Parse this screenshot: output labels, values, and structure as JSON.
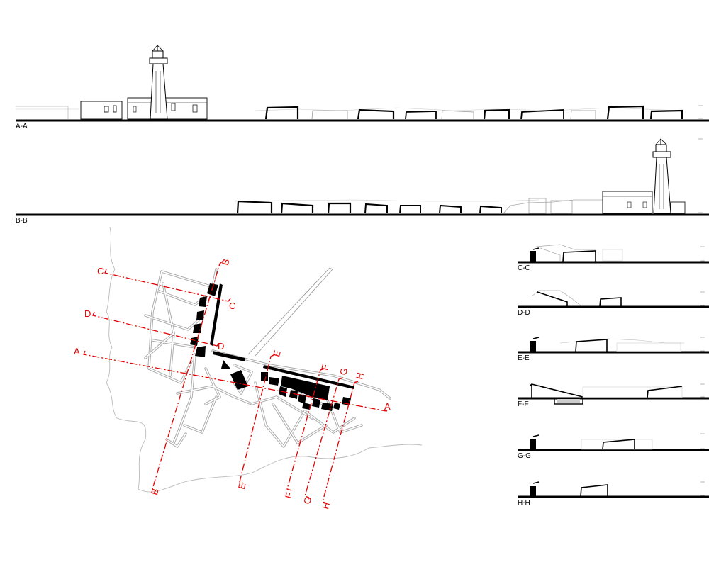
{
  "sections": {
    "aa": {
      "label": "A-A"
    },
    "bb": {
      "label": "B-B"
    },
    "cc": {
      "label": "C-C"
    },
    "dd": {
      "label": "D-D"
    },
    "ee": {
      "label": "E-E"
    },
    "ff": {
      "label": "F-F"
    },
    "gg": {
      "label": "G-G"
    },
    "hh": {
      "label": "H-H"
    }
  },
  "plan": {
    "cut_letters": [
      "A",
      "B",
      "C",
      "D",
      "E",
      "F",
      "G",
      "H"
    ],
    "cut_line_color": "#e00000"
  }
}
